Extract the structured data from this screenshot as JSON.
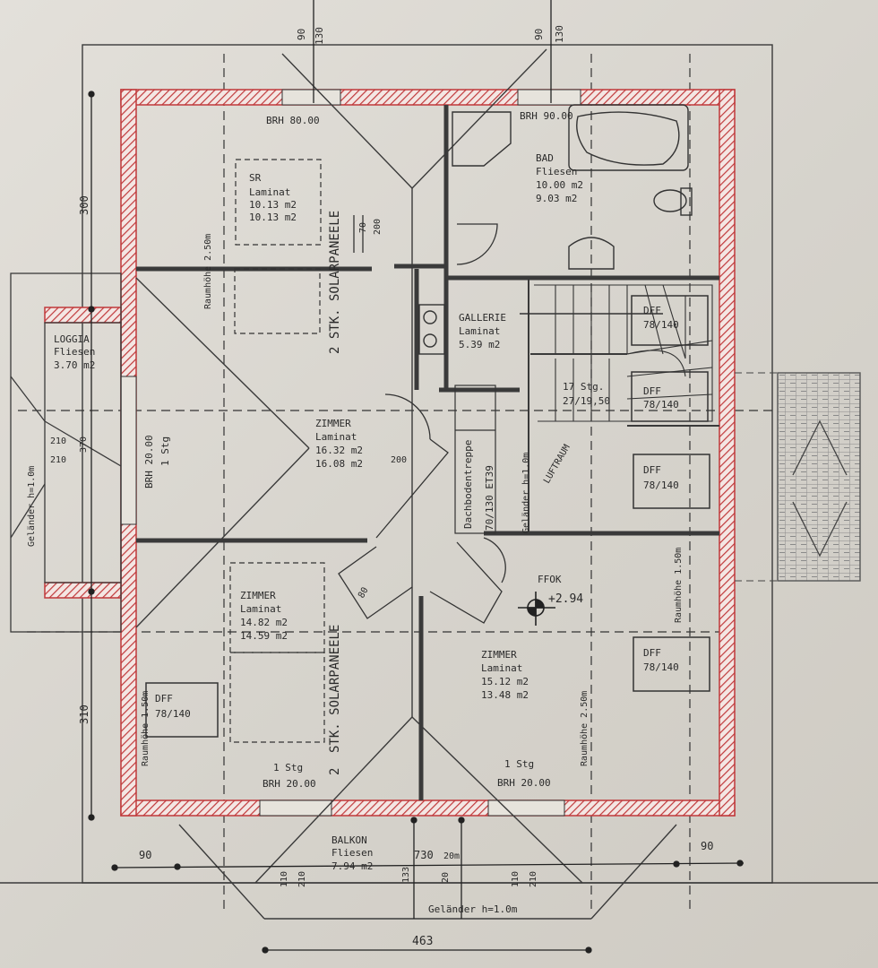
{
  "plan": {
    "colors": {
      "paper": "#dcd9d2",
      "line": "#333333",
      "wall_hatch": "#c0393b",
      "roof_tile": "#8a8a8a"
    },
    "rooms": {
      "sr": {
        "name": "SR",
        "floor": "Laminat",
        "area1": "10.13 m2",
        "area2": "10.13 m2"
      },
      "bad": {
        "name": "BAD",
        "floor": "Fliesen",
        "area1": "10.00 m2",
        "area2": "9.03 m2"
      },
      "loggia": {
        "name": "LOGGIA",
        "floor": "Fliesen",
        "area1": "3.70 m2"
      },
      "gallerie": {
        "name": "GALLERIE",
        "floor": "Laminat",
        "area1": "5.39 m2"
      },
      "zimmer1": {
        "name": "ZIMMER",
        "floor": "Laminat",
        "area1": "16.32 m2",
        "area2": "16.08 m2"
      },
      "zimmer2": {
        "name": "ZIMMER",
        "floor": "Laminat",
        "area1": "14.82 m2",
        "area2": "14.59 m2"
      },
      "zimmer3": {
        "name": "ZIMMER",
        "floor": "Laminat",
        "area1": "15.12 m2",
        "area2": "13.48 m2"
      },
      "balkon": {
        "name": "BALKON",
        "floor": "Fliesen",
        "area1": "7.94 m2"
      }
    },
    "labels": {
      "brh_80": "BRH 80.00",
      "brh_90": "BRH 90.00",
      "brh_20": "BRH 20.00",
      "brh_20b": "BRH 20.00",
      "brh_20c": "BRH 20.00",
      "stg1": "1 Stg",
      "stg1b": "1 Stg",
      "stg1c": "1 Stg",
      "solar1": "2 STK. SOLARPANEELE",
      "solar2": "STK. SOLARPANEELE",
      "solar2_num": "2",
      "raumhoehe_250": "Raumhöhe 2.50m",
      "raumhoehe_250b": "Raumhöhe 2.50m",
      "raumhoehe_150": "Raumhöhe 1.50m",
      "raumhoehe_150b": "Raumhöhe 1.50m",
      "gelaender_loggia": "Geländer h=1.0m",
      "gelaender_balkon": "Geländer h=1.0m",
      "gelaender_gallerie": "Geländer h=1.0m",
      "dachboden": "Dachbodentreppe",
      "dachboden_size": "70/130 ET39",
      "stairs": "17 Stg.",
      "stairs_size": "27/19,50",
      "luftraum": "LUFTRAUM",
      "dff": "DFF",
      "dff_size": "78/140",
      "ffok": "FFOK",
      "ffok_val": "+2.94",
      "door_70": "70",
      "door_200": "200",
      "door_80": "80",
      "door_200b": "200",
      "dim_90": "90",
      "dim_130": "130",
      "dim_90b": "90",
      "dim_130b": "130",
      "dim_300": "300",
      "dim_310": "310",
      "dim_90_left": "90",
      "dim_730": "730",
      "dim_90_right": "90",
      "dim_463": "463",
      "dim_210": "210",
      "dim_210b": "210",
      "dim_370": "370",
      "dim_110": "110",
      "dim_110b": "110",
      "dim_210c": "210",
      "dim_210d": "210",
      "dim_133": "133",
      "dim_20m": "20m",
      "dim_20": "20"
    }
  }
}
